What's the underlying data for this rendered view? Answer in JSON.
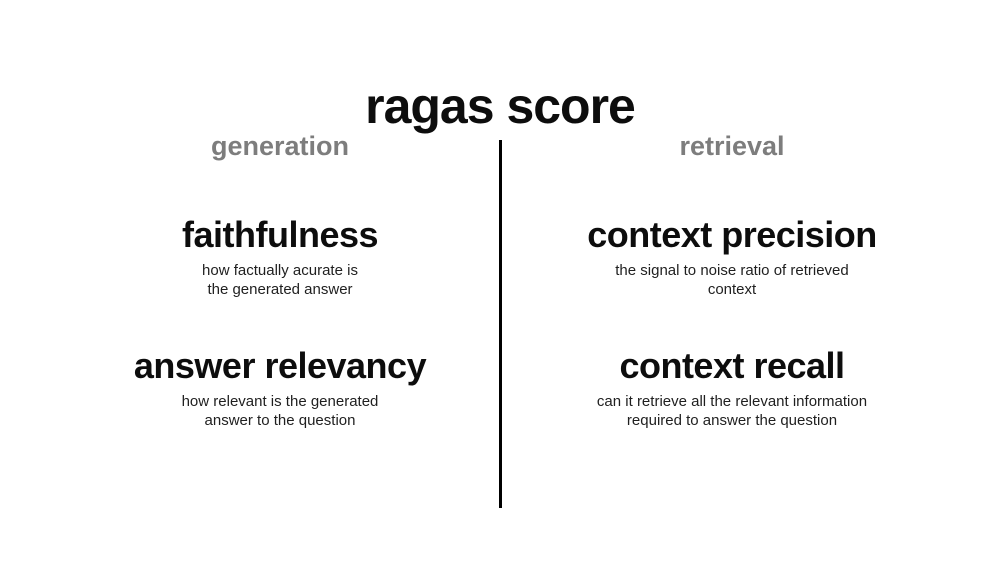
{
  "title": "ragas score",
  "colors": {
    "background": "#ffffff",
    "title_text": "#0d0d0d",
    "column_header_text": "#7d7d7d",
    "metric_name_text": "#0d0d0d",
    "description_text": "#1f1f1f",
    "divider": "#000000"
  },
  "columns": [
    {
      "header": "generation",
      "metrics": [
        {
          "name": "faithfulness",
          "description_line1": "how factually acurate is",
          "description_line2": "the generated answer"
        },
        {
          "name": "answer relevancy",
          "description_line1": "how relevant is the generated",
          "description_line2": "answer to the question"
        }
      ]
    },
    {
      "header": "retrieval",
      "metrics": [
        {
          "name": "context precision",
          "description_line1": "the signal to noise ratio of retrieved",
          "description_line2": "context"
        },
        {
          "name": "context recall",
          "description_line1": "can it retrieve all the relevant information",
          "description_line2": "required to answer the question"
        }
      ]
    }
  ]
}
